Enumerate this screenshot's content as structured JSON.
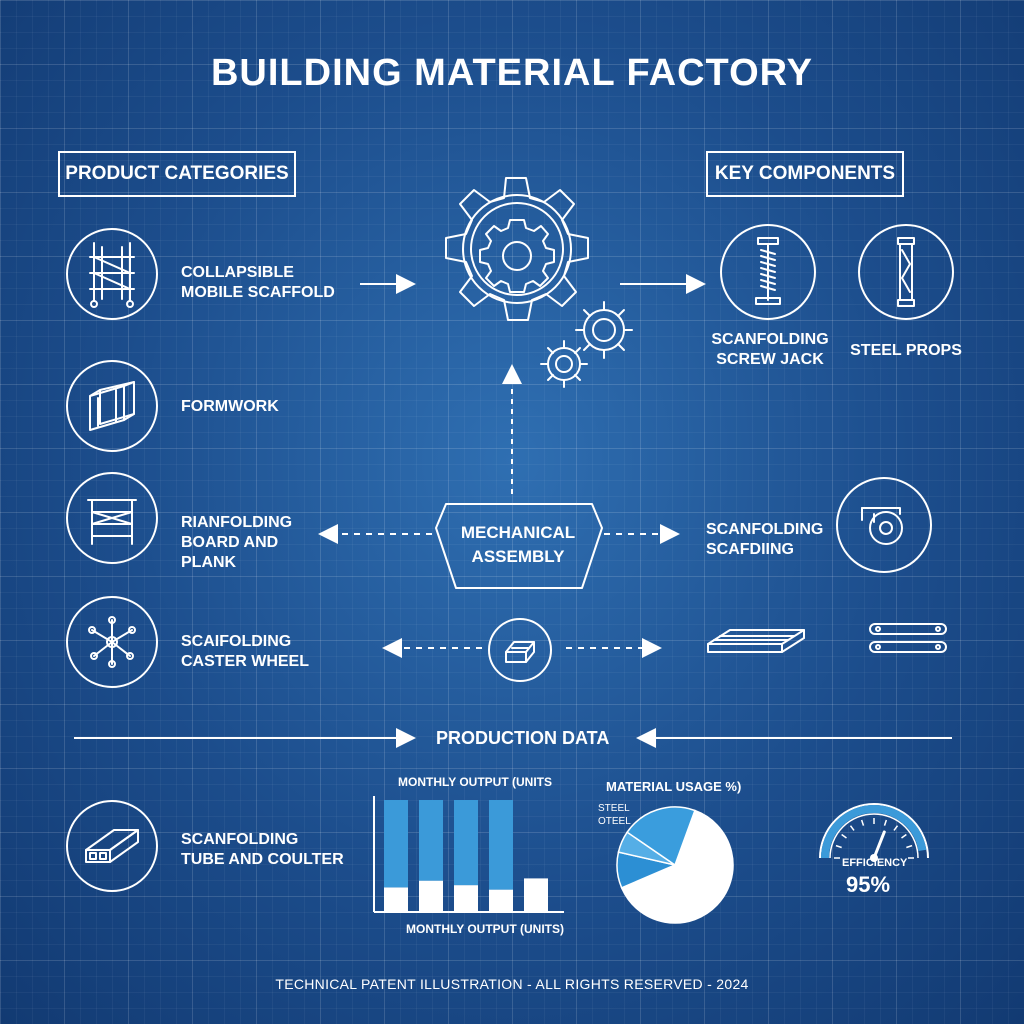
{
  "title": "BUILDING MATERIAL FACTORY",
  "product_categories": {
    "heading": "PRODUCT CATEGORIES",
    "items": [
      {
        "label": "COLLAPSIBLE\nMOBILE SCAFFOLD",
        "icon": "scaffold-tower-icon"
      },
      {
        "label": "FORMWORK",
        "icon": "formwork-icon"
      },
      {
        "label": "RIANFOLDING\nBOARD AND\nPLANK",
        "icon": "scaffold-frame-icon"
      },
      {
        "label": "SCAIFOLDING\nCASTER WHEEL",
        "icon": "caster-wheel-icon"
      }
    ]
  },
  "key_components": {
    "heading": "KEY COMPONENTS",
    "items": [
      {
        "label": "SCANFOLDING\nSCREW JACK",
        "icon": "screw-jack-icon"
      },
      {
        "label": "STEEL PROPS",
        "icon": "steel-prop-icon"
      },
      {
        "label": "SCANFOLDING\nSCAFDIING",
        "icon": "clamp-coupler-icon"
      }
    ]
  },
  "center": {
    "assembly_label": "MECHANICAL\nASSEMBLY",
    "icon": "gear-icon"
  },
  "production": {
    "heading": "PRODUCTION DATA",
    "tube_label": "SCANFOLDING\nTUBE AND COULTER",
    "bar_title": "MONTHLY OUTPUT (UNITS",
    "bar_xlabel": "MONTHLY OUTPUT (UNITS)",
    "pie_title": "MATERIAL USAGE %)",
    "pie_labels": [
      "STEEL",
      "OTEEL"
    ],
    "gauge_label": "EFFICIENCY",
    "gauge_value": "95%"
  },
  "chart_data": [
    {
      "type": "bar",
      "title": "MONTHLY OUTPUT (UNITS",
      "xlabel": "MONTHLY OUTPUT (UNITS)",
      "categories": [
        "",
        "",
        "",
        "",
        ""
      ],
      "series": [
        {
          "values": [
            22,
            28,
            24,
            20,
            30
          ]
        },
        {
          "values": [
            78,
            72,
            76,
            80,
            0
          ]
        }
      ],
      "ylim": [
        0,
        100
      ],
      "stacked": true,
      "colors": [
        "#ffffff",
        "#3b9ad9"
      ]
    },
    {
      "type": "pie",
      "title": "MATERIAL USAGE %)",
      "legend": [
        "STEEL",
        "OTEEL"
      ],
      "values": [
        63,
        10,
        6,
        21
      ],
      "colors": [
        "#ffffff",
        "#2c8fd4",
        "#55aee6",
        "#3a9ddd"
      ]
    }
  ],
  "gauge": {
    "value": 95,
    "label": "EFFICIENCY"
  },
  "footer": "TECHNICAL PATENT ILLUSTRATION - ALL RIGHTS RESERVED - 2024"
}
